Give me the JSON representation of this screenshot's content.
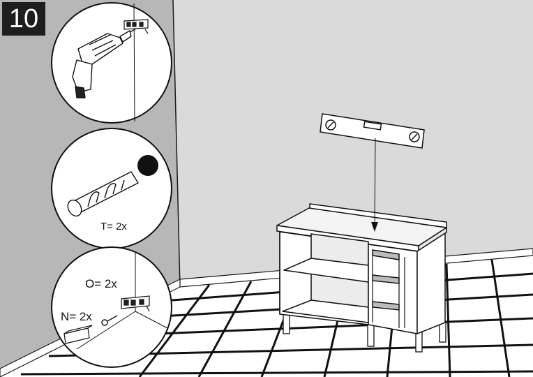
{
  "step": {
    "number": "10"
  },
  "callouts": {
    "drill": {
      "label": ""
    },
    "dowel": {
      "label": "T= 2x"
    },
    "bracket": {
      "label_o": "O= 2x",
      "label_n": "N= 2x"
    }
  },
  "colors": {
    "wall_back": "#dadada",
    "wall_side": "#b7b7b7",
    "line": "#1a1a1a",
    "badge": "#1e1e1e"
  },
  "icons": {
    "drill": "power-drill-icon",
    "dowel": "wall-plug-icon",
    "bracket": "wall-bracket-icon",
    "level": "spirit-level-icon",
    "hole": "drill-hole-icon",
    "screw": "screw-icon"
  }
}
